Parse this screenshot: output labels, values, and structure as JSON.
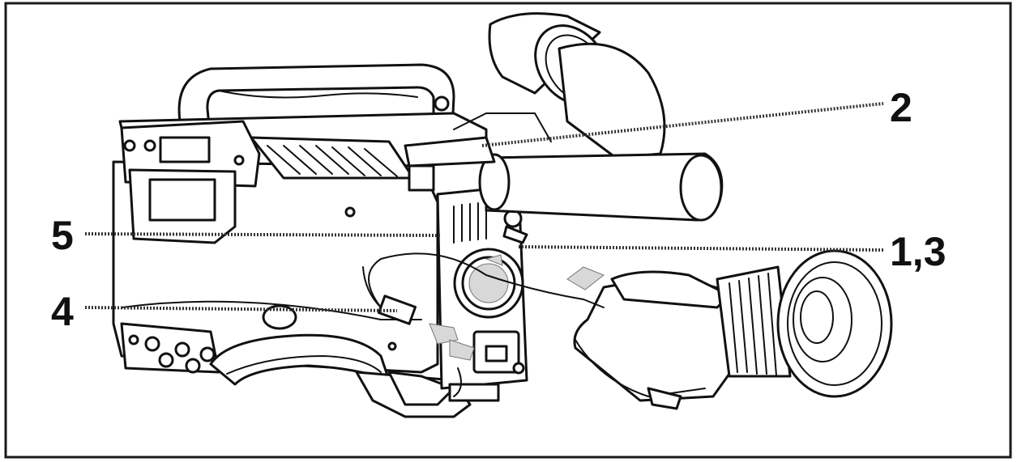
{
  "callouts": [
    {
      "id": "callout-2",
      "label": "2"
    },
    {
      "id": "callout-5",
      "label": "5"
    },
    {
      "id": "callout-1-3",
      "label": "1,3"
    },
    {
      "id": "callout-4",
      "label": "4"
    }
  ],
  "colors": {
    "ink": "#111111",
    "frame": "#1a1a1a",
    "background": "#ffffff",
    "shading": "#9a9a9a"
  }
}
